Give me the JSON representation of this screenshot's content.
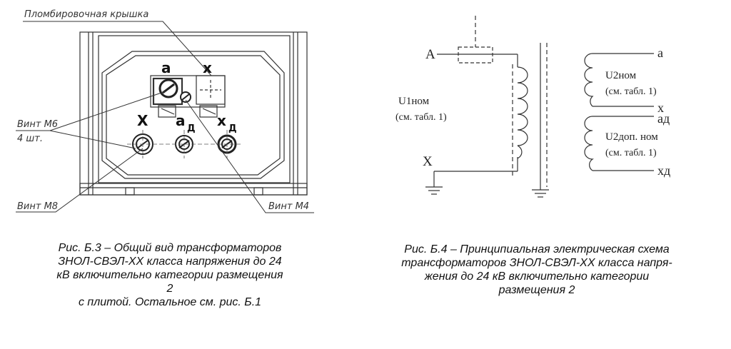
{
  "fig_b3": {
    "labels": {
      "seal_cover": "Пломбировочная крышка",
      "screw_m6_line1": "Винт М6",
      "screw_m6_line2": "4 шт.",
      "screw_m8": "Винт М8",
      "screw_m4": "Винт М4"
    },
    "pins": {
      "a": "а",
      "x": "х",
      "X": "Х",
      "a_d": "а",
      "a_d_sub": "Д",
      "x_d": "х",
      "x_d_sub": "Д"
    },
    "caption": {
      "line1": "Рис. Б.3 – Общий вид трансформаторов",
      "line2": "ЗНОЛ-СВЭЛ-ХХ класса напряжения до 24",
      "line3": "кВ включительно категории размещения",
      "line4": "2",
      "line5": "с плитой. Остальное см. рис. Б.1"
    }
  },
  "fig_b4": {
    "labels": {
      "A": "А",
      "X": "Х",
      "u1_line1": "U1ном",
      "u1_line2": "(см. табл. 1)",
      "a": "а",
      "x": "х",
      "u2_line1": "U2ном",
      "u2_line2": "(см. табл. 1)",
      "a_d": "ад",
      "x_d": "хд",
      "u2d_line1": "U2доп. ном",
      "u2d_line2": "(см. табл. 1)"
    },
    "caption": {
      "line1": "Рис. Б.4 – Принципиальная электрическая схема",
      "line2": "трансформаторов ЗНОЛ-СВЭЛ-ХХ класса напря-",
      "line3": "жения до 24 кВ включительно категории",
      "line4": "размещения 2"
    }
  }
}
